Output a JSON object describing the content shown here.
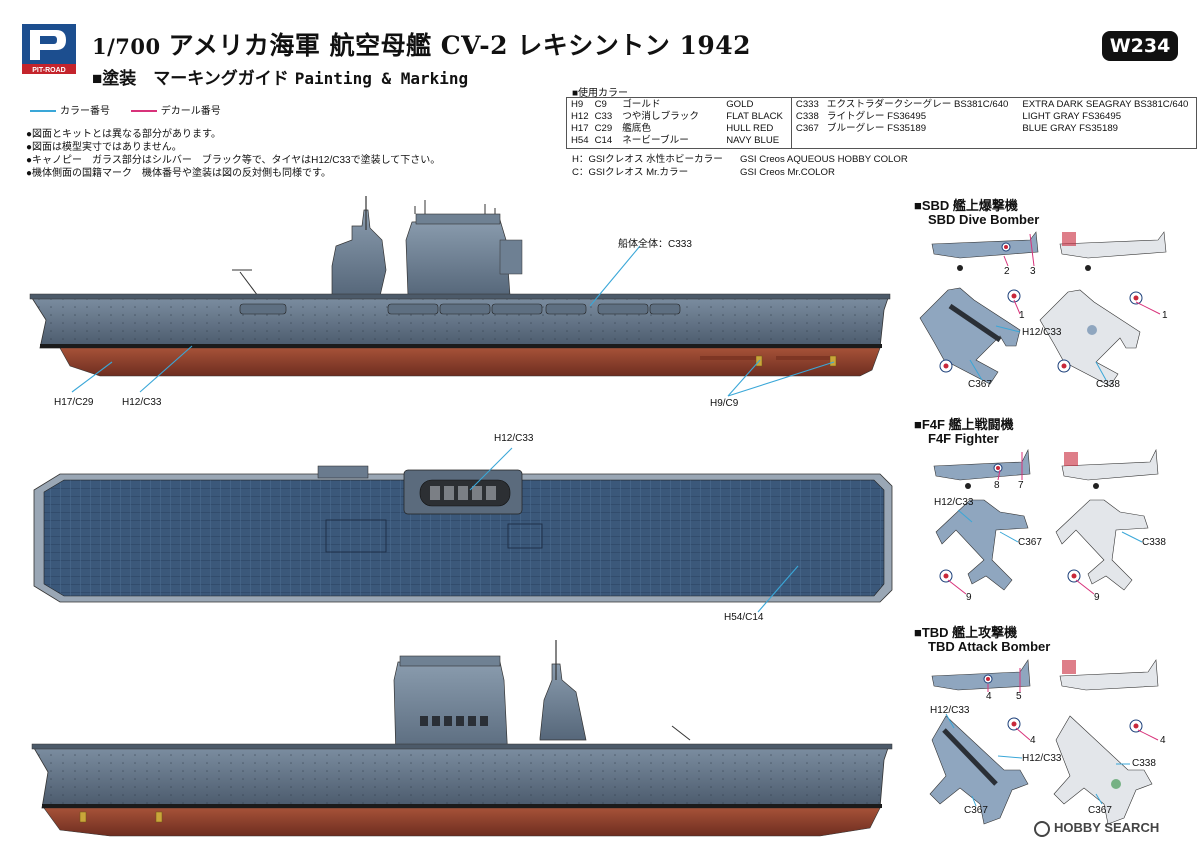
{
  "header": {
    "brand": "PIT-ROAD",
    "scale": "1/700",
    "title": "アメリカ海軍 航空母艦 CV-2 レキシントン 1942",
    "subtitle_jp": "■塗装　マーキングガイド",
    "subtitle_en": "Painting & Marking",
    "code": "W234"
  },
  "legend": {
    "color_label": "カラー番号",
    "decal_label": "デカール番号",
    "color_line": "#3aa7d8",
    "decal_line": "#d8327a"
  },
  "notes": [
    "●図面とキットとは異なる部分があります。",
    "●図面は模型実寸ではありません。",
    "●キャノピー　ガラス部分はシルバー　ブラック等で、タイヤはH12/C33で塗装して下さい。",
    "●機体側面の国籍マーク　機体番号や塗装は図の反対側も同様です。"
  ],
  "paint_table": {
    "heading": "■使用カラー",
    "left_rows": [
      [
        "H9",
        "C9",
        "ゴールド",
        "GOLD"
      ],
      [
        "H12",
        "C33",
        "つや消しブラック",
        "FLAT BLACK"
      ],
      [
        "H17",
        "C29",
        "艦底色",
        "HULL RED"
      ],
      [
        "H54",
        "C14",
        "ネービーブルー",
        "NAVY BLUE"
      ]
    ],
    "right_rows": [
      [
        "C333",
        "エクストラダークシーグレー BS381C/640",
        "EXTRA DARK SEAGRAY BS381C/640"
      ],
      [
        "C338",
        "ライトグレー FS36495",
        "LIGHT GRAY FS36495"
      ],
      [
        "C367",
        "ブルーグレー FS35189",
        "BLUE GRAY FS35189"
      ]
    ],
    "brand_notes": [
      [
        "H：GSIクレオス 水性ホビーカラー",
        "GSI Creos AQUEOUS HOBBY COLOR"
      ],
      [
        "C：GSIクレオス Mr.カラー",
        "GSI Creos Mr.COLOR"
      ]
    ]
  },
  "ship_side_top": {
    "callouts": {
      "hull_whole": "船体全体：C333",
      "bottom": "H17/C29",
      "boot": "H12/C33",
      "props": "H9/C9"
    }
  },
  "ship_deck": {
    "callouts": {
      "elevator": "H12/C33",
      "deck": "H54/C14"
    }
  },
  "aircraft": {
    "sbd": {
      "title_jp": "■SBD 艦上爆撃機",
      "title_en": "SBD Dive Bomber",
      "labels": {
        "d2": "2",
        "d3": "3",
        "d1a": "1",
        "d1b": "1",
        "black": "H12/C33",
        "blue": "C367",
        "light": "C338"
      }
    },
    "f4f": {
      "title_jp": "■F4F 艦上戦闘機",
      "title_en": "F4F Fighter",
      "labels": {
        "d8": "8",
        "d7": "7",
        "black": "H12/C33",
        "blue": "C367",
        "light": "C338",
        "d9a": "9",
        "d9b": "9"
      }
    },
    "tbd": {
      "title_jp": "■TBD 艦上攻撃機",
      "title_en": "TBD Attack Bomber",
      "labels": {
        "d4": "4",
        "d5": "5",
        "black1": "H12/C33",
        "d4a": "4",
        "black2": "H12/C33",
        "blue": "C367",
        "d4b": "4",
        "light1": "C338",
        "light2": "C367"
      }
    }
  },
  "watermark": "HOBBY SEARCH",
  "colors": {
    "hull_gray": "#5f6f80",
    "hull_red": "#8e3f2e",
    "deck_blue": "#3b587a",
    "blue_gray": "#8fa6bf",
    "light_gray": "#e3e6ea",
    "callout": "#3aa7d8",
    "decal": "#d8327a"
  }
}
